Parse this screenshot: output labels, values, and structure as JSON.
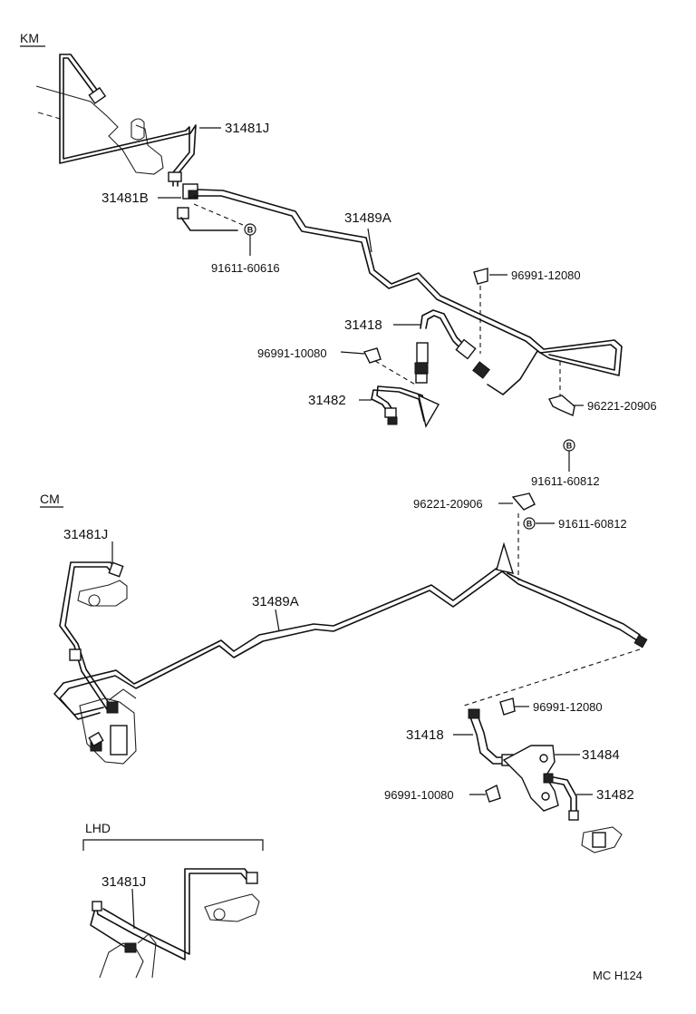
{
  "sections": {
    "km": "KM",
    "cm": "CM",
    "lhd": "LHD"
  },
  "parts": {
    "p31481J_km": "31481J",
    "p31481B": "31481B",
    "p91611_60616": "91611-60616",
    "p31489A_km": "31489A",
    "p96991_12080_km": "96991-12080",
    "p31418_km": "31418",
    "p96991_10080_km": "96991-10080",
    "p31482_km": "31482",
    "p96221_20906_km": "96221-20906",
    "p91611_60812_a": "91611-60812",
    "p96221_20906_cm": "96221-20906",
    "p91611_60812_b": "91611-60812",
    "p31481J_cm": "31481J",
    "p31489A_cm": "31489A",
    "p96991_12080_cm": "96991-12080",
    "p31418_cm": "31418",
    "p31484": "31484",
    "p96991_10080_cm": "96991-10080",
    "p31482_cm": "31482",
    "p31481J_lhd": "31481J"
  },
  "callout_marker": "B",
  "footer": "MC  H124"
}
